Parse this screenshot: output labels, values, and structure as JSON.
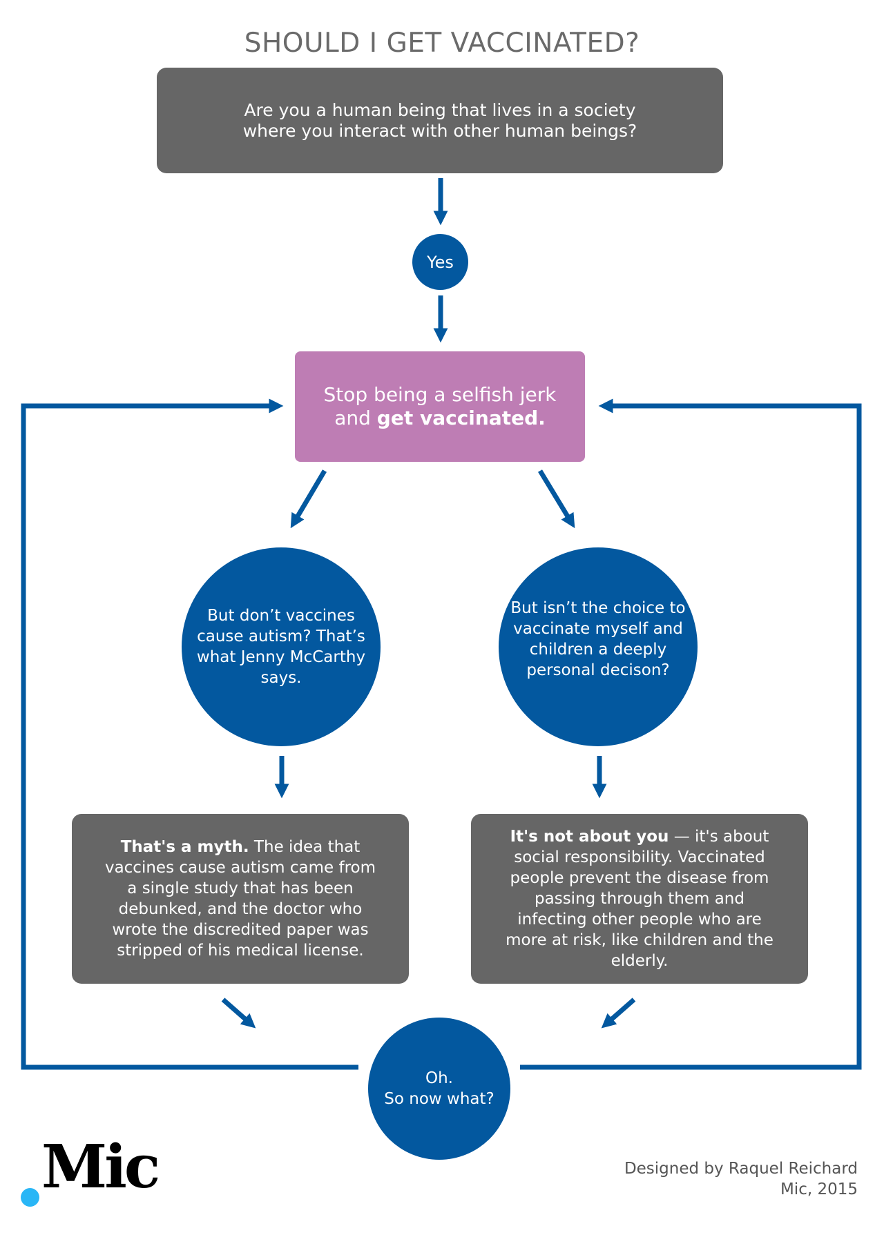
{
  "title": "SHOULD I GET VACCINATED?",
  "question": {
    "line1": "Are you a human being that lives in a society",
    "line2": "where you interact with other human beings?"
  },
  "yes": "Yes",
  "stop": {
    "line1": "Stop being a selfish jerk",
    "line2_prefix": "and ",
    "line2_bold": "get vaccinated."
  },
  "left_question": {
    "lines": [
      "But don’t vaccines",
      "cause autism? That’s",
      "what Jenny McCarthy",
      "says."
    ]
  },
  "right_question": {
    "lines": [
      "But isn’t the choice to",
      "vaccinate myself and",
      "children a deeply",
      "personal decison?"
    ]
  },
  "left_answer": {
    "bold": "That's a myth.",
    "line1_rest": " The idea that",
    "lines": [
      "vaccines cause autism came from",
      "a single study that has been",
      "debunked, and the doctor who",
      "wrote the discredited paper was",
      "stripped of his medical license."
    ]
  },
  "right_answer": {
    "bold": "It's not about you",
    "line1_rest": " — it's about",
    "lines": [
      "social responsibility. Vaccinated",
      "people prevent the disease from",
      "passing through them and",
      "infecting other people who are",
      "more at risk, like children and the",
      "elderly."
    ]
  },
  "oh": {
    "line1": "Oh.",
    "line2": "So now what?"
  },
  "footer": {
    "logo": "Mic",
    "designer": "Designed by Raquel Reichard",
    "publication": "Mic, 2015"
  },
  "colors": {
    "arrow_blue": "#03589f",
    "circle_blue": "#03589f",
    "gray_box": "#666666",
    "pink_box": "#be7db4",
    "title_gray": "#6a6a6a",
    "logo_dot": "#29b6f6"
  }
}
